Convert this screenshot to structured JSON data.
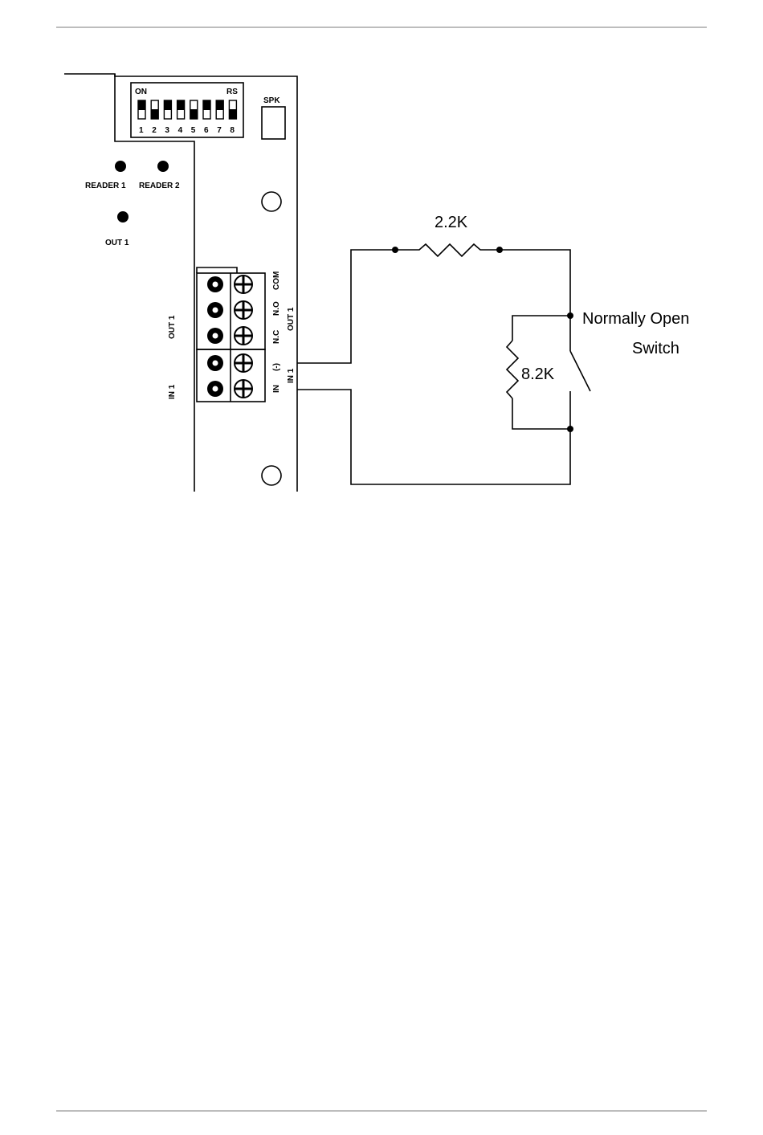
{
  "dip_switch": {
    "on_label": "ON",
    "rs_label": "RS",
    "numbers": [
      "1",
      "2",
      "3",
      "4",
      "5",
      "6",
      "7",
      "8"
    ],
    "positions": [
      "on",
      "off",
      "on",
      "on",
      "off",
      "on",
      "on",
      "off"
    ]
  },
  "spk_label": "SPK",
  "leds": {
    "reader1": "READER 1",
    "reader2": "READER 2",
    "out1": "OUT 1"
  },
  "terminal_block": {
    "out_group_label": "OUT 1",
    "in_group_label": "IN 1",
    "out_pins": {
      "com": "COM",
      "no": "N.O",
      "nc": "N.C",
      "group": "OUT 1"
    },
    "in_pins": {
      "neg": "(-)",
      "in": "IN",
      "group": "IN 1"
    }
  },
  "circuit": {
    "series_resistor": "2.2K",
    "parallel_resistor": "8.2K",
    "switch_label_line1": "Normally Open",
    "switch_label_line2": "Switch"
  }
}
